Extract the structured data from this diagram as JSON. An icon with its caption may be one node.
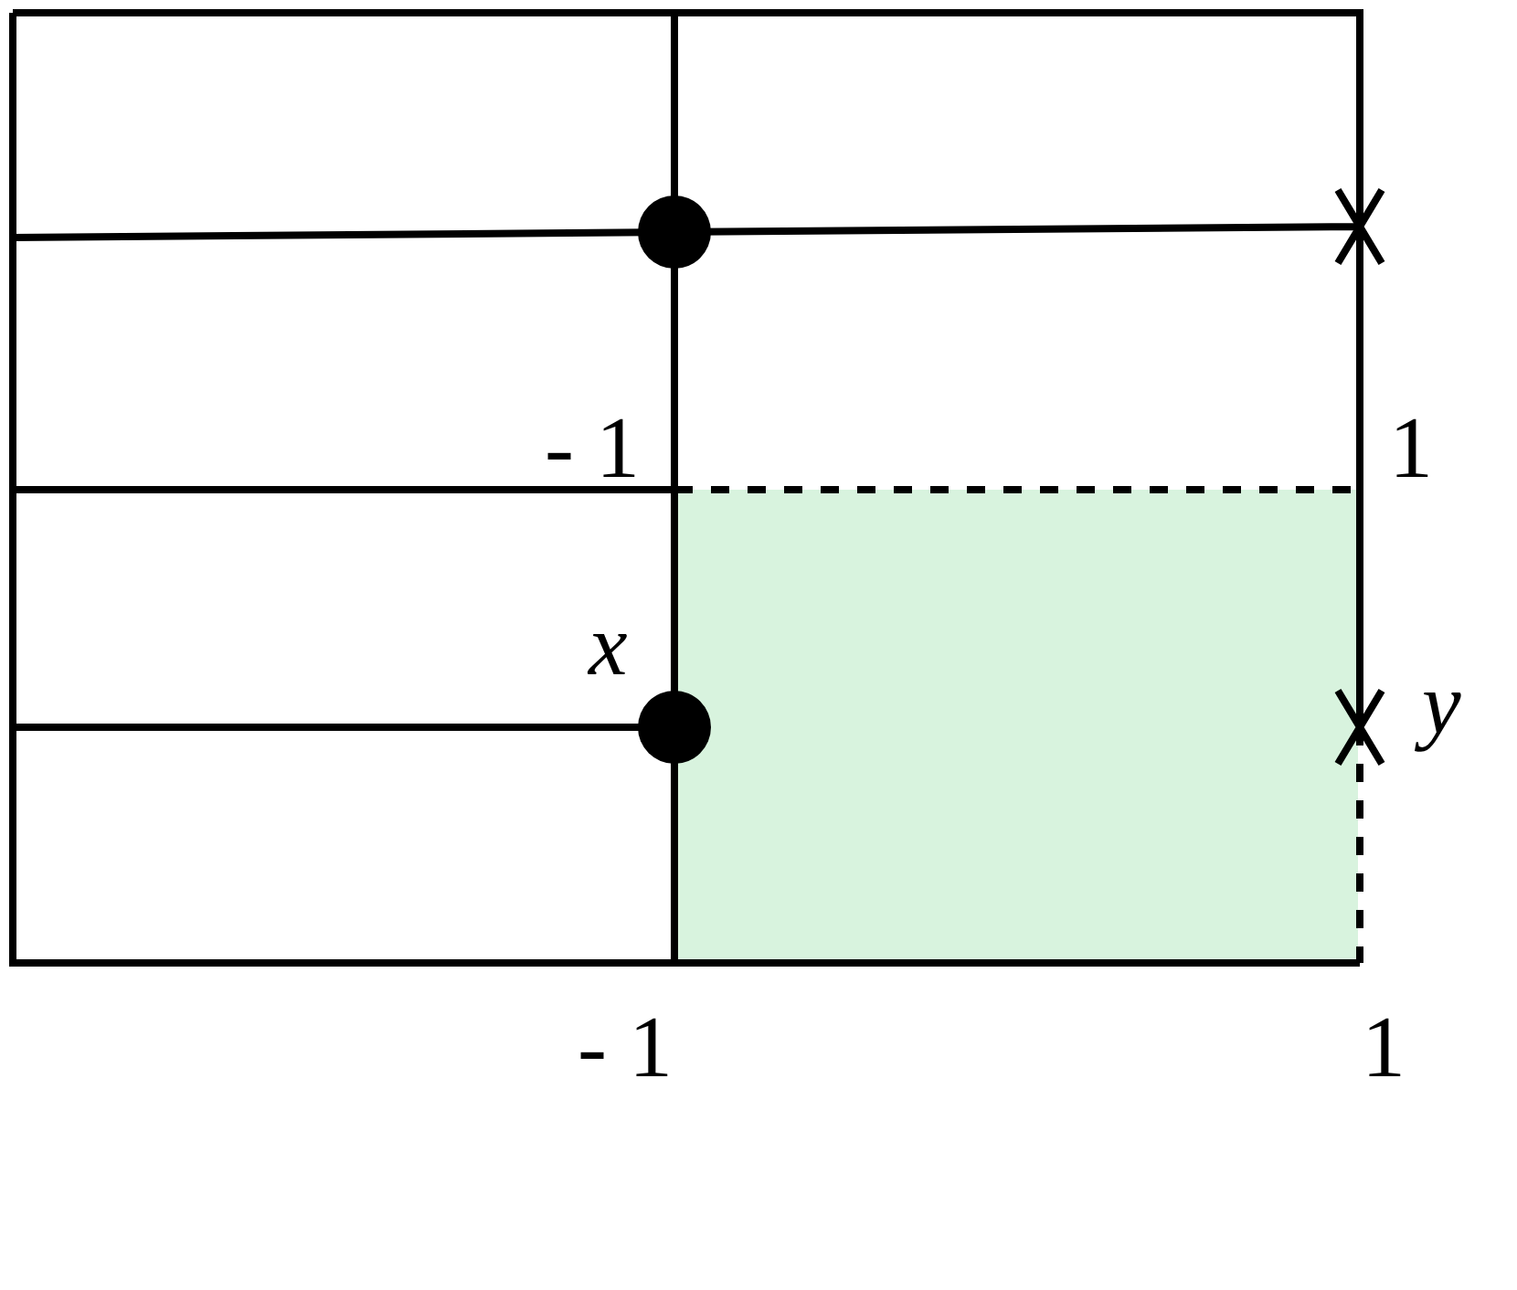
{
  "diagram": {
    "labels": [
      "- 1",
      "1",
      "x",
      "y",
      "- 1",
      "1"
    ]
  }
}
